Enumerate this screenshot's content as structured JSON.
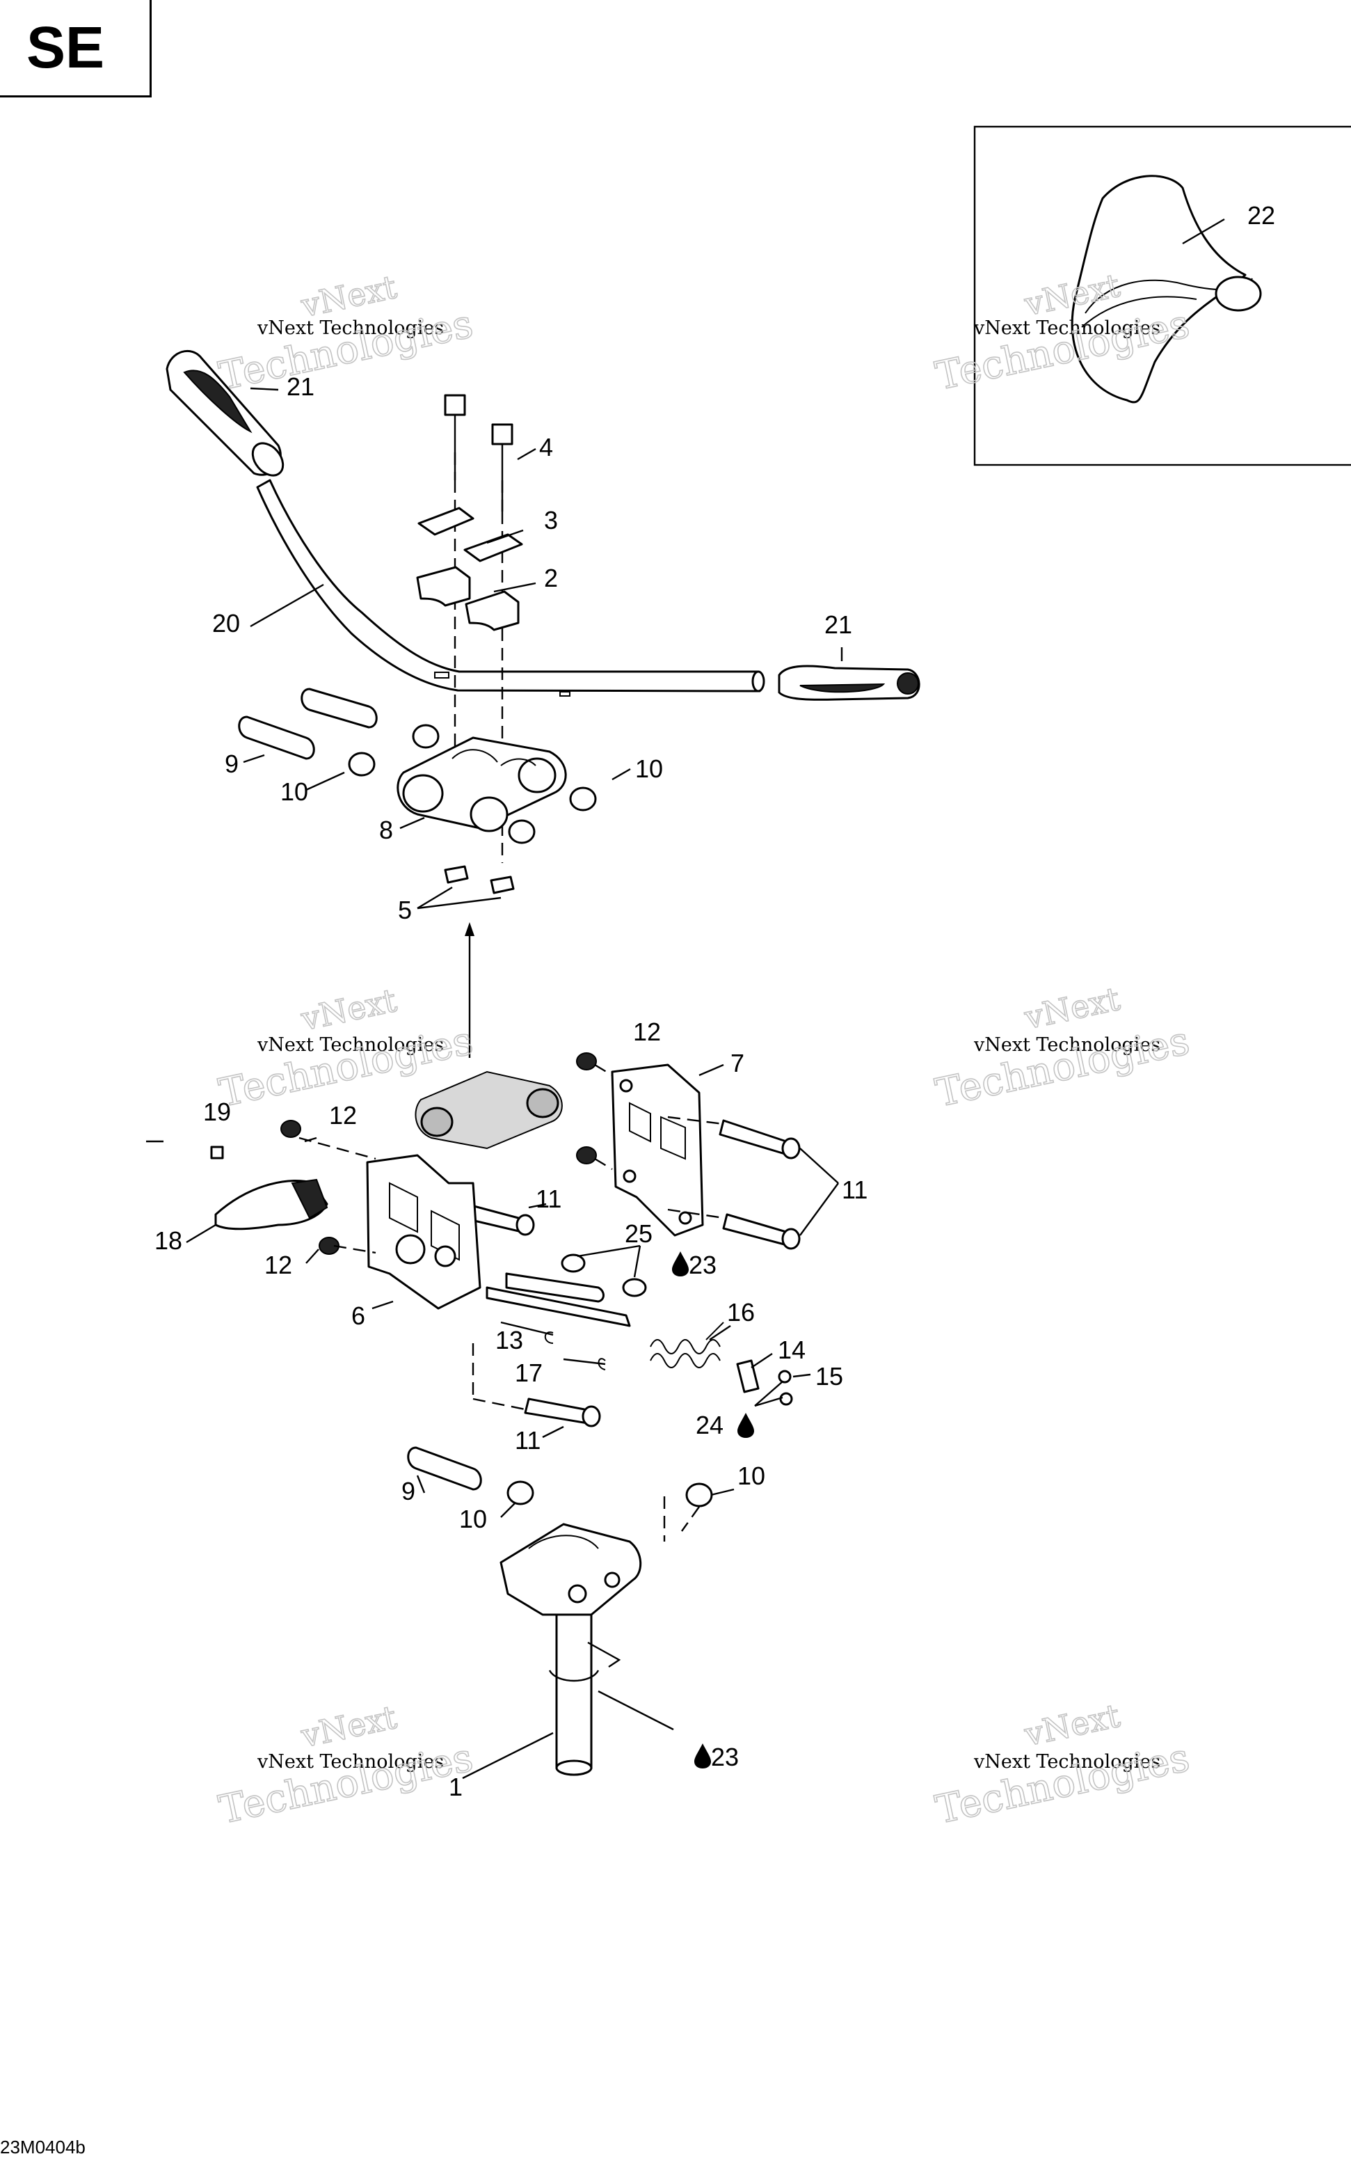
{
  "header": {
    "section_code": "SE"
  },
  "footer": {
    "drawing_ref": "23M0404b"
  },
  "watermark": {
    "line1": "vNext Technologies",
    "line2": "Technologies",
    "line3": "vNext"
  },
  "callouts": {
    "c1": "1",
    "c2": "2",
    "c3": "3",
    "c4": "4",
    "c5": "5",
    "c6": "6",
    "c7": "7",
    "c8": "8",
    "c9a": "9",
    "c9b": "9",
    "c10a": "10",
    "c10b": "10",
    "c10c": "10",
    "c10d": "10",
    "c11a": "11",
    "c11b": "11",
    "c11c": "11",
    "c12a": "12",
    "c12b": "12",
    "c12c": "12",
    "c13": "13",
    "c14": "14",
    "c15": "15",
    "c16": "16",
    "c17": "17",
    "c18": "18",
    "c19": "19",
    "c20": "20",
    "c21a": "21",
    "c21b": "21",
    "c22": "22",
    "c23a": "23",
    "c23b": "23",
    "c24": "24",
    "c25": "25"
  },
  "icons": {
    "lubricant": "oil-drop-icon"
  }
}
